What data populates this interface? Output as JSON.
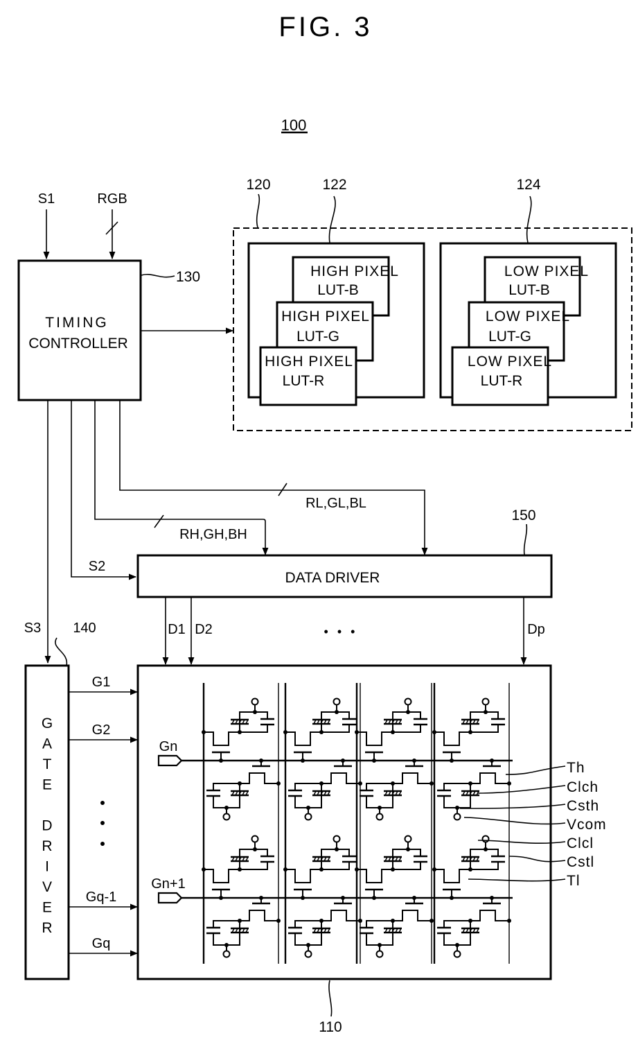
{
  "figure": {
    "title": "FIG. 3",
    "reference": "100"
  },
  "timing_controller": {
    "ref": "130",
    "label_line1": "TIMING",
    "label_line2": "CONTROLLER",
    "inputs": [
      "S1",
      "RGB"
    ]
  },
  "lut_memory": {
    "ref": "120",
    "high_group": {
      "ref": "122",
      "tables": [
        {
          "line1": "HIGH PIXEL",
          "line2": "LUT-B"
        },
        {
          "line1": "HIGH PIXEL",
          "line2": "LUT-G"
        },
        {
          "line1": "HIGH PIXEL",
          "line2": "LUT-R"
        }
      ]
    },
    "low_group": {
      "ref": "124",
      "tables": [
        {
          "line1": "LOW PIXEL",
          "line2": "LUT-B"
        },
        {
          "line1": "LOW PIXEL",
          "line2": "LUT-G"
        },
        {
          "line1": "LOW PIXEL",
          "line2": "LUT-R"
        }
      ]
    }
  },
  "signals": {
    "low_bus": "RL,GL,BL",
    "high_bus": "RH,GH,BH",
    "s2": "S2",
    "s3": "S3"
  },
  "data_driver": {
    "ref": "150",
    "label": "DATA DRIVER",
    "outputs": [
      "D1",
      "D2",
      "Dp"
    ],
    "ellipsis": "• • •"
  },
  "gate_driver": {
    "ref": "140",
    "label_letters": [
      "G",
      "A",
      "T",
      "E",
      "",
      "D",
      "R",
      "I",
      "V",
      "E",
      "R"
    ],
    "outputs": [
      "G1",
      "G2",
      "Gq-1",
      "Gq"
    ]
  },
  "panel": {
    "ref": "110",
    "gate_lines": [
      "Gn",
      "Gn+1"
    ],
    "callouts": [
      "Th",
      "Clch",
      "Csth",
      "Vcom",
      "Clcl",
      "Cstl",
      "Tl"
    ]
  }
}
